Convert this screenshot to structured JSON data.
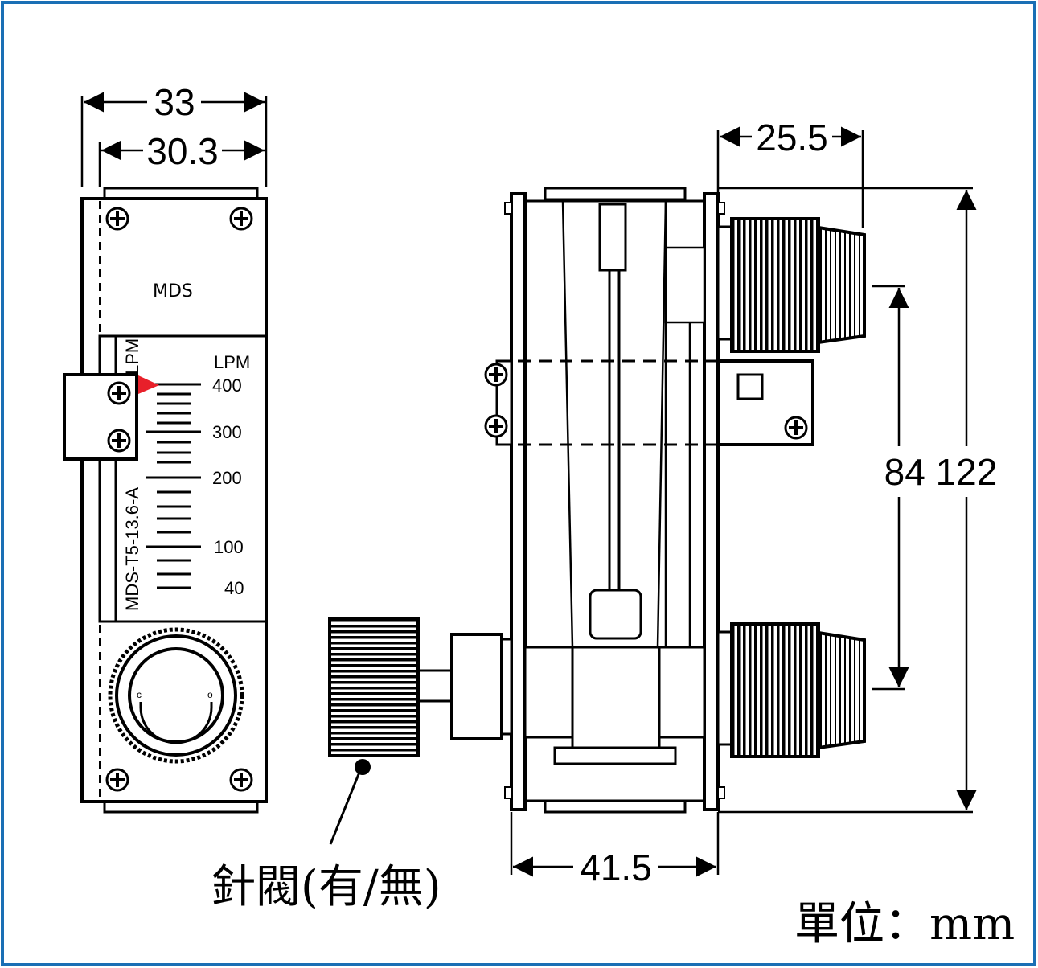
{
  "dimensions": {
    "width_outer": "33",
    "width_inner": "30.3",
    "depth_fitting": "25.5",
    "depth_body": "41.5",
    "height": "84 122"
  },
  "front": {
    "brand": "MDS",
    "model": "MDS-T5-13.6-A",
    "unit_side": "LPM",
    "unit": "LPM",
    "ticks": [
      "400",
      "300",
      "200",
      "100",
      "40"
    ],
    "valve_close": "c",
    "valve_open": "o"
  },
  "callout": "針閥(有/無)",
  "units_note": "單位：mm",
  "colors": {
    "frame": "#1a6fb5",
    "pointer": "#e8202a"
  }
}
